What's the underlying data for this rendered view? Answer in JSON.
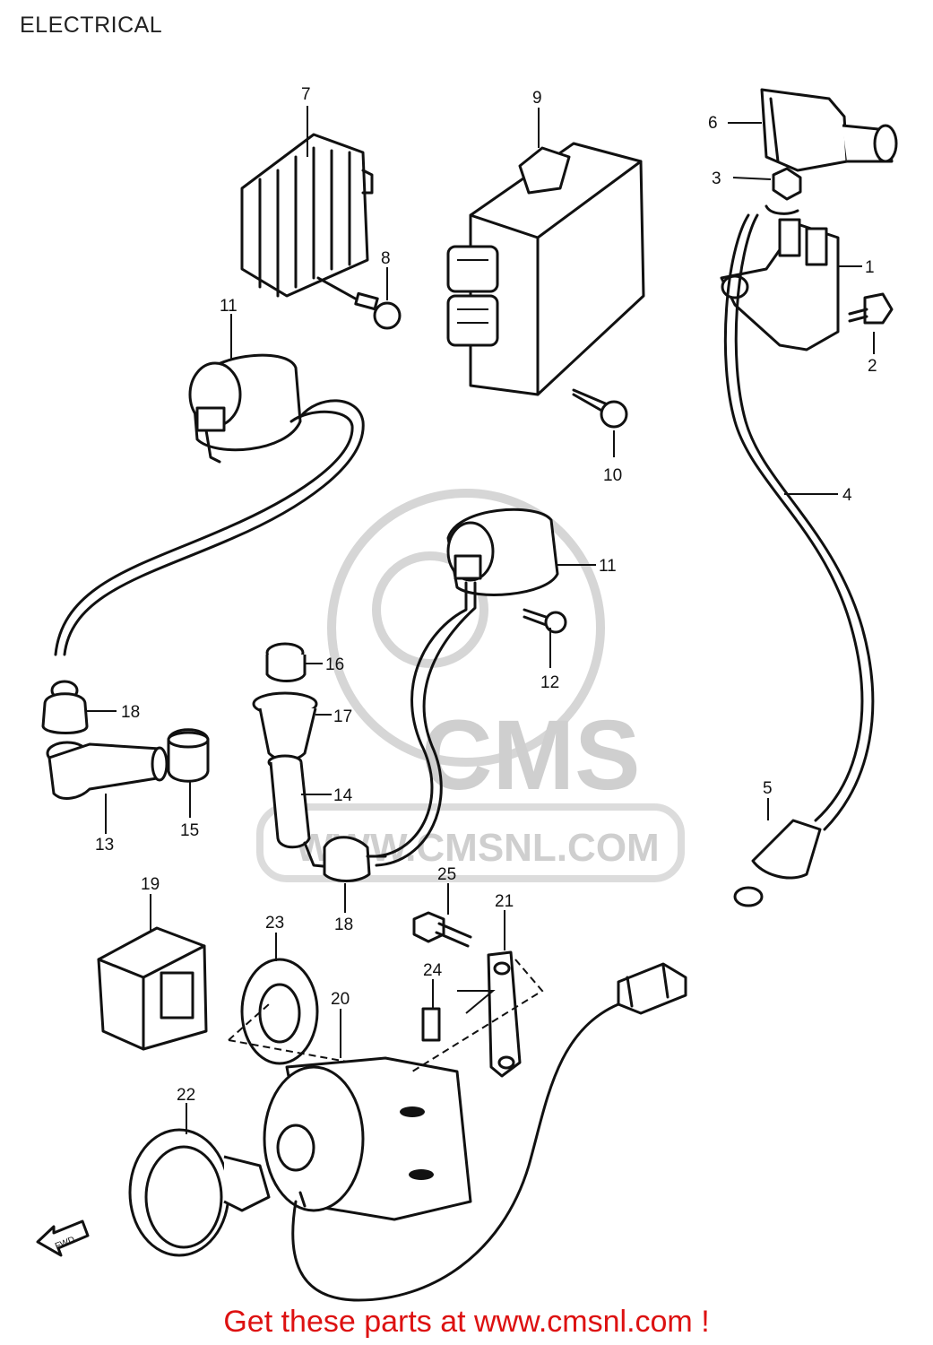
{
  "title": "ELECTRICAL",
  "footer": "Get these parts at www.cmsnl.com !",
  "watermark": {
    "brand": "CMS",
    "url": "WWW.CMSNL.COM"
  },
  "fwd_label": "FWD",
  "colors": {
    "line": "#111111",
    "footer": "#dd1111",
    "watermark": "#cfcfcf"
  },
  "callouts": {
    "n1": "1",
    "n2": "2",
    "n3": "3",
    "n4": "4",
    "n5": "5",
    "n6": "6",
    "n7": "7",
    "n8": "8",
    "n9": "9",
    "n10": "10",
    "n11a": "11",
    "n11b": "11",
    "n12": "12",
    "n13": "13",
    "n14": "14",
    "n15": "15",
    "n16": "16",
    "n17": "17",
    "n18a": "18",
    "n18b": "18",
    "n19": "19",
    "n20": "20",
    "n21": "21",
    "n22": "22",
    "n23": "23",
    "n24": "24",
    "n25": "25"
  }
}
